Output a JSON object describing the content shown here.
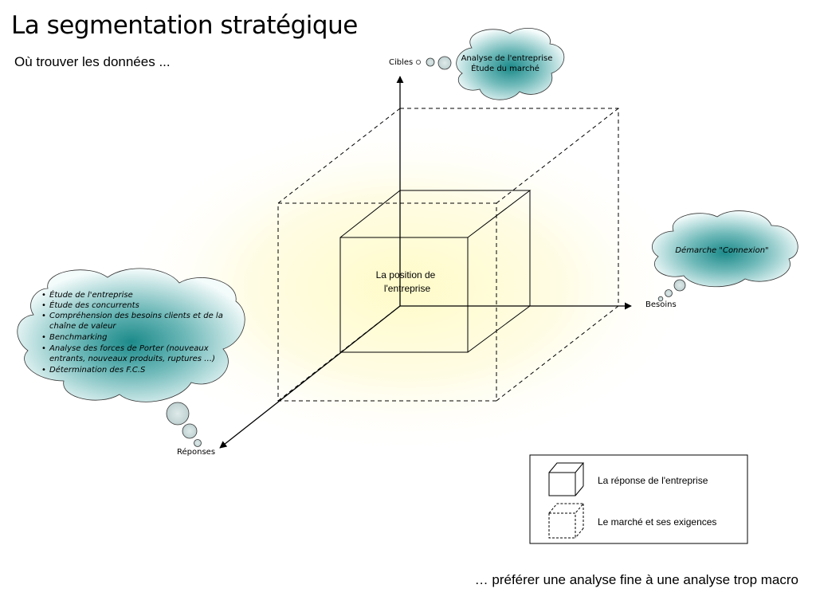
{
  "title": "La segmentation stratégique",
  "subtitle": "Où trouver les données ...",
  "footer": "… préférer une analyse fine à une analyse trop macro",
  "axes": {
    "vertical": "Cibles",
    "horizontal": "Besoins",
    "diagonal": "Réponses"
  },
  "inner_cube_label_line1": "La position de",
  "inner_cube_label_line2": "l'entreprise",
  "bubble_top": {
    "line1": "Analyse de l'entreprise",
    "line2": "Étude du marché"
  },
  "bubble_right": {
    "text": "Démarche \"Connexion\""
  },
  "bubble_left": {
    "items": [
      "Étude de l'entreprise",
      "Étude des concurrents",
      "Compréhension des besoins clients et de la",
      "chaîne de valeur",
      "Benchmarking",
      "Analyse des forces de Porter (nouveaux",
      "entrants, nouveaux produits, ruptures …)",
      "Détermination des F.C.S"
    ]
  },
  "legend": {
    "solid_label": "La réponse de l'entreprise",
    "dashed_label": "Le marché et ses exigences"
  }
}
